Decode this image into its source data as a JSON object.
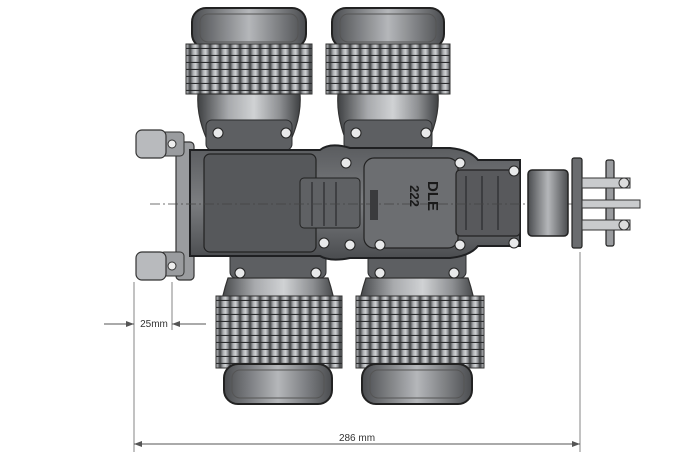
{
  "engine": {
    "brand": "DLE",
    "model": "222",
    "cylinders": 4
  },
  "dimensions": {
    "small": "25mm",
    "overall": "286 mm"
  },
  "colors": {
    "body": "#6a6c6f",
    "body_dark": "#2b2c2e",
    "fin": "#8a8c8f",
    "highlight": "#c9cbcd",
    "line": "#555555"
  }
}
